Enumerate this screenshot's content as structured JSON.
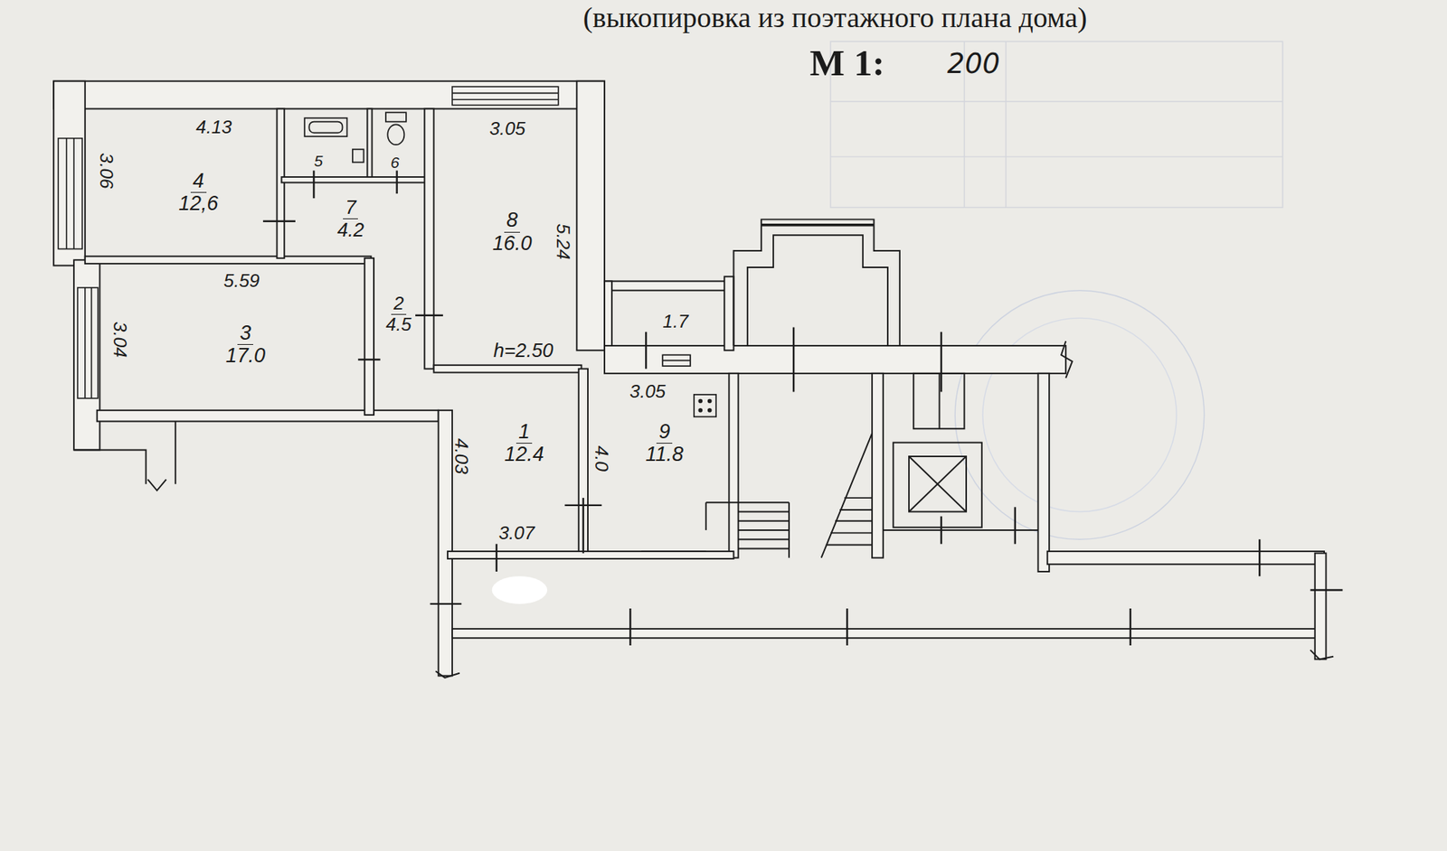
{
  "diagram": {
    "title": "(выкопировка из поэтажного плана дома)",
    "nodes": [
      {
        "text": [
          "4",
          "12,6"
        ]
      },
      {
        "text": [
          "5"
        ]
      },
      {
        "text": [
          "6"
        ]
      },
      {
        "text": [
          "7",
          "4.2"
        ]
      },
      {
        "text": [
          "8",
          "16.0"
        ]
      },
      {
        "text": [
          "3",
          "17.0"
        ]
      },
      {
        "text": [
          "2",
          "4.5"
        ]
      },
      {
        "text": [
          "1.7"
        ]
      },
      {
        "text": [
          "1",
          "12.4"
        ]
      },
      {
        "text": [
          "9",
          "11.8"
        ]
      }
    ],
    "labels": [
      "М 1:",
      "200",
      "4.13",
      "3.05",
      "3.06",
      "5.24",
      "5.59",
      "3.04",
      "h=2.50",
      "3.05",
      "4.03",
      "4.0",
      "3.07"
    ]
  }
}
